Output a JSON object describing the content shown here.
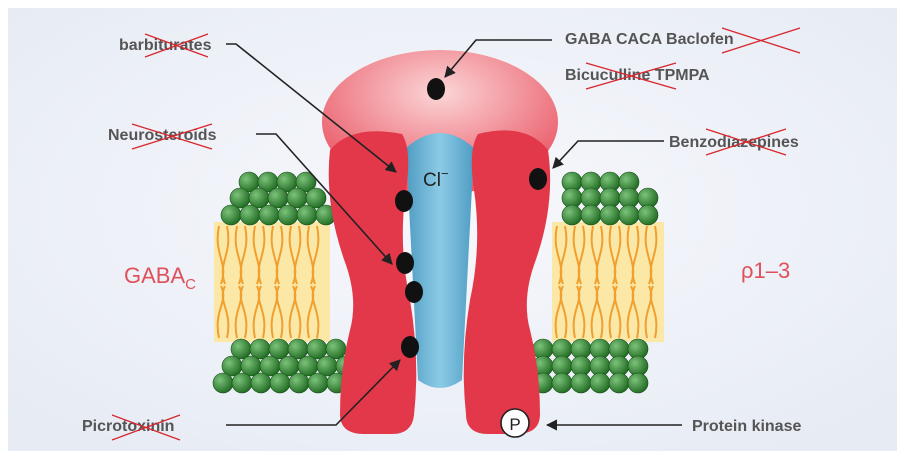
{
  "labels": {
    "barbiturates": "barbiturates",
    "neurosteroids": "Neurosteroids",
    "picrotoxinin": "Picrotoxinin",
    "gaba_line1": "GABA CACA Baclofen",
    "gaba_line2": "Bicuculline TPMPA",
    "benzodiazepines": "Benzodiazepines",
    "protein_kinase": "Protein kinase",
    "receptor_prefix": "GABA",
    "receptor_subscript": "C",
    "subunit": "ρ1–3",
    "ion_base": "Cl",
    "ion_charge": "−",
    "phospho": "P"
  },
  "colors": {
    "background": "#eff2f8",
    "channel_red": "#e2384a",
    "cap_pink": "#f4b6b8",
    "pore_blue": "#6fb4d4",
    "head_green": "#2f8a2f",
    "tail_orange": "#f0a030",
    "membrane_yellow": "#fbe7a6",
    "strike_red": "#d8262d",
    "pointer": "#222222"
  }
}
